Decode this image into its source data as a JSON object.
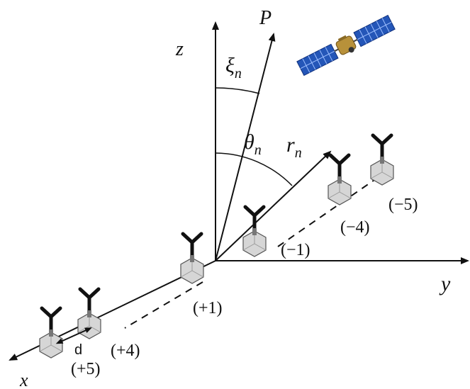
{
  "axes": {
    "z": "z",
    "y": "y",
    "x": "x",
    "p": "P",
    "xi_main": "ξ",
    "xi_sub": "n",
    "theta_main": "θ",
    "theta_sub": "n",
    "r_main": "r",
    "r_sub": "n"
  },
  "elements": {
    "minus5": "(−5)",
    "minus4": "(−4)",
    "minus1": "(−1)",
    "plus1": "(+1)",
    "plus4": "(+4)",
    "plus5": "(+5)",
    "spacing": "d"
  },
  "colors": {
    "line": "#111111",
    "element_fill": "#d4d4d4",
    "element_stroke": "#555555",
    "solar_panel": "#2456b8",
    "satellite_body": "#b8913a"
  },
  "icons": {
    "satellite": "satellite-icon",
    "antenna": "y-shaped-antenna-icon"
  }
}
